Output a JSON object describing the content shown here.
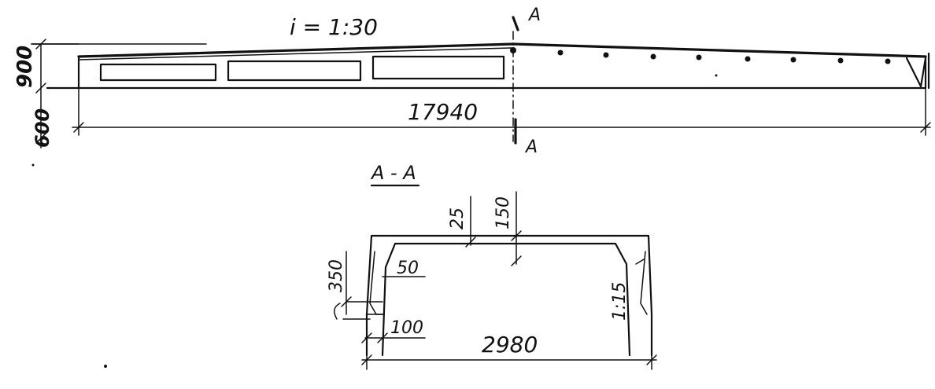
{
  "elevation": {
    "slope_label": "i = 1:30",
    "height_label": "900",
    "depth_label": "600",
    "length_label": "17940",
    "section_mark_top": "A",
    "section_mark_bottom": "A"
  },
  "section": {
    "title": "A - A",
    "dim_25": "25",
    "dim_150": "150",
    "dim_50": "50",
    "dim_350": "350",
    "dim_100": "100",
    "slope_label": "1:15",
    "width_label": "2980"
  }
}
